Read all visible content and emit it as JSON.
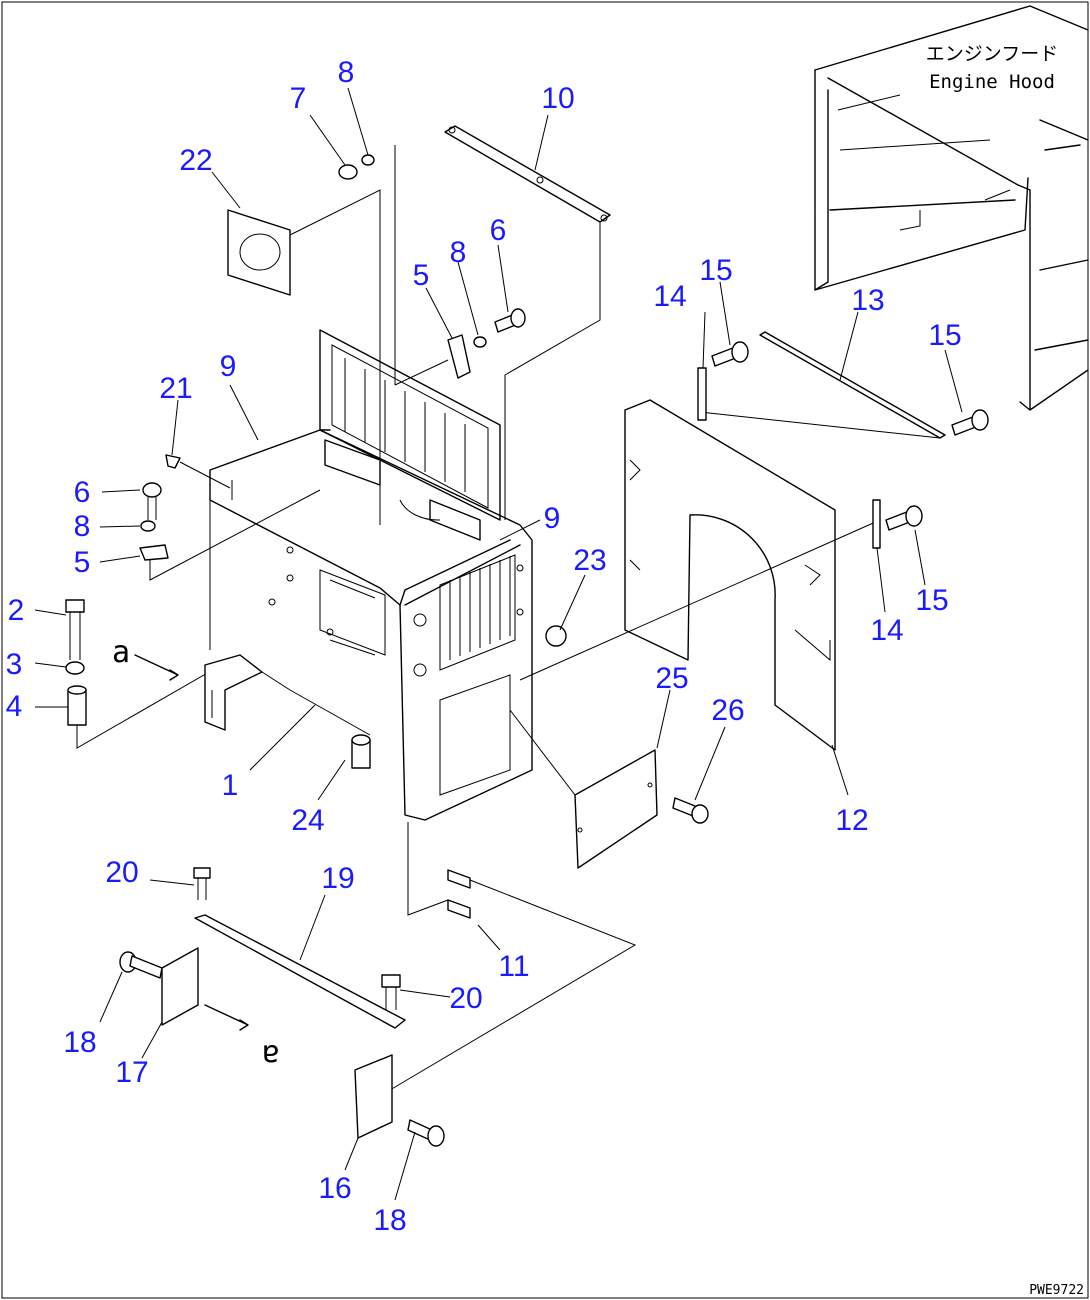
{
  "drawing": {
    "hood_label_jp": "エンジンフード",
    "hood_label_en": "Engine Hood",
    "drawing_code": "PWE9722",
    "view_letter": "a",
    "callout_color": "#1a1aff",
    "callouts": [
      "1",
      "2",
      "3",
      "4",
      "5",
      "5",
      "6",
      "6",
      "7",
      "8",
      "8",
      "8",
      "9",
      "9",
      "10",
      "11",
      "12",
      "13",
      "14",
      "14",
      "15",
      "15",
      "15",
      "16",
      "17",
      "18",
      "18",
      "19",
      "20",
      "20",
      "21",
      "22",
      "23",
      "24",
      "25",
      "26"
    ]
  }
}
